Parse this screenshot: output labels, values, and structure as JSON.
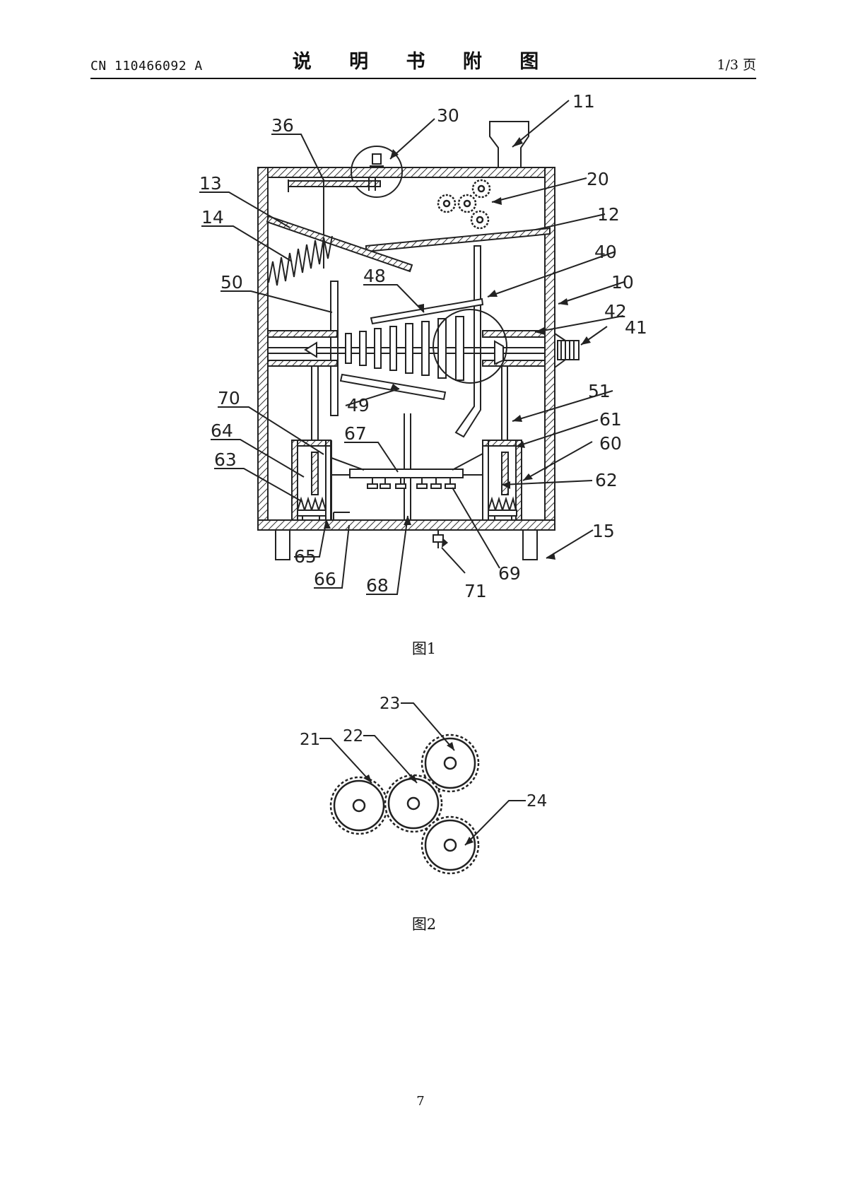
{
  "header": {
    "patent_number": "CN 110466092 A",
    "title": "说 明 书 附 图",
    "page_indicator": "1/3 页"
  },
  "figures": [
    {
      "caption": "图1",
      "labels": [
        "11",
        "30",
        "36",
        "20",
        "13",
        "12",
        "14",
        "40",
        "50",
        "48",
        "10",
        "42",
        "41",
        "49",
        "51",
        "70",
        "61",
        "67",
        "64",
        "60",
        "63",
        "62",
        "65",
        "15",
        "66",
        "68",
        "69",
        "71"
      ]
    },
    {
      "caption": "图2",
      "labels": [
        "23",
        "21",
        "22",
        "24"
      ]
    }
  ],
  "page_number": "7",
  "colors": {
    "ink": "#222222",
    "background": "#ffffff"
  }
}
